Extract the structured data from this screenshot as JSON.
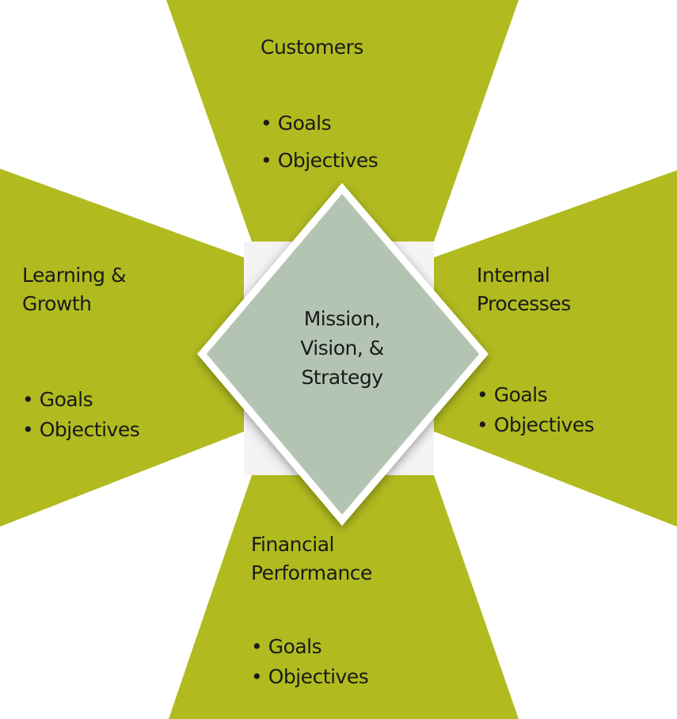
{
  "colors": {
    "panel": "#b1bb1f",
    "diamond": "#b3c4b3",
    "center_bg": "#e4e4e6"
  },
  "center": {
    "lines": [
      "Mission,",
      "Vision, &",
      "Strategy"
    ]
  },
  "panels": {
    "top": {
      "title": [
        "Customers"
      ],
      "bullets": [
        "• Goals",
        "• Objectives"
      ]
    },
    "left": {
      "title": [
        "Learning &",
        "Growth"
      ],
      "bullets": [
        "• Goals",
        "• Objectives"
      ]
    },
    "right": {
      "title": [
        "Internal",
        "Processes"
      ],
      "bullets": [
        "• Goals",
        "• Objectives"
      ]
    },
    "bottom": {
      "title": [
        "Financial",
        "Performance"
      ],
      "bullets": [
        "• Goals",
        "• Objectives"
      ]
    }
  }
}
